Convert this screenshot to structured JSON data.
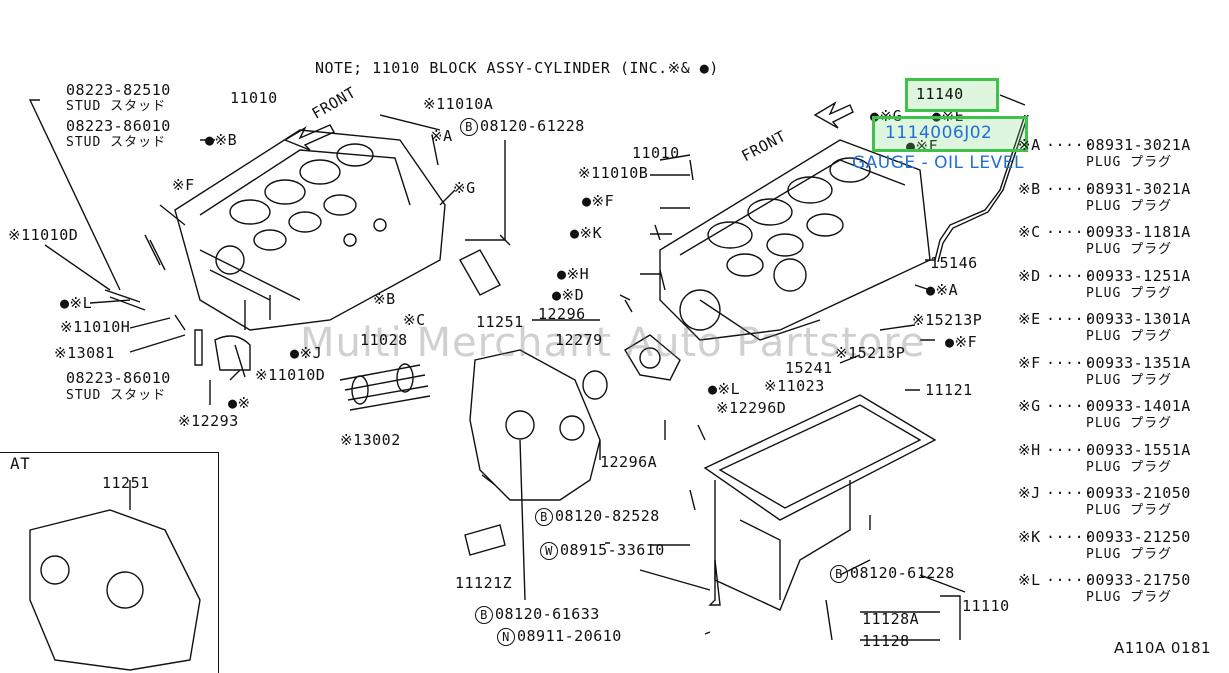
{
  "note": "NOTE; 11010 BLOCK ASSY-CYLINDER (INC.※& ●)",
  "front_left": "FRONT",
  "front_right": "FRONT",
  "watermark": "Multi Merchant Auto Partstore",
  "figure_code": "A110A 0181",
  "highlight_top": "11140",
  "highlight_part": "1114006J02",
  "highlight_caption": "GAUGE - OIL LEVEL",
  "at_label": "AT",
  "at_part": "11251",
  "left_labels": {
    "stud1_num": "08223-82510",
    "stud1_name": "STUD スタッド",
    "stud2_num": "08223-86010",
    "stud2_name": "STUD スタッド",
    "p11010": "11010",
    "p11010a": "※11010A",
    "b": "●※B",
    "a": "※A",
    "bolt1": "08120-61228",
    "f": "※F",
    "g": "※G",
    "p11010d": "※11010D",
    "l": "●※L",
    "p11010h": "※11010H",
    "p13081": "※13081",
    "stud3_num": "08223-86010",
    "stud3_name": "STUD スタッド",
    "p11010d2": "※11010D",
    "dot": "●※",
    "p12293": "※12293",
    "p13002": "※13002",
    "b2": "※B",
    "c": "※C",
    "p11028": "11028",
    "j": "●※J"
  },
  "center_labels": {
    "p11010": "11010",
    "p11010b": "※11010B",
    "f": "●※F",
    "k": "●※K",
    "h": "●※H",
    "d": "●※D",
    "p11251": "11251",
    "p12296": "12296",
    "p12279": "12279",
    "p12296a": "12296A",
    "l": "●※L",
    "p12296d": "※12296D",
    "p11023": "※11023",
    "p15241": "15241",
    "p15213p": "※15213P",
    "p15213p2": "※15213P",
    "a": "●※A",
    "f2": "●※F",
    "p15146": "15146",
    "p11121": "11121",
    "g": "●※G",
    "e": "●※E",
    "f3": "●※F",
    "bolt2": "08120-82528",
    "washer": "08915-33610",
    "p11121z": "11121Z",
    "bolt3": "08120-61633",
    "nut": "08911-20610",
    "bolt4": "08120-61228",
    "p11128a": "11128A",
    "p11128": "11128",
    "p11110": "11110"
  },
  "legend": [
    {
      "key": "※A",
      "num": "08931-3021A",
      "name": "PLUG プラグ"
    },
    {
      "key": "※B",
      "num": "08931-3021A",
      "name": "PLUG プラグ"
    },
    {
      "key": "※C",
      "num": "00933-1181A",
      "name": "PLUG プラグ"
    },
    {
      "key": "※D",
      "num": "00933-1251A",
      "name": "PLUG プラグ"
    },
    {
      "key": "※E",
      "num": "00933-1301A",
      "name": "PLUG プラグ"
    },
    {
      "key": "※F",
      "num": "00933-1351A",
      "name": "PLUG プラグ"
    },
    {
      "key": "※G",
      "num": "00933-1401A",
      "name": "PLUG プラグ"
    },
    {
      "key": "※H",
      "num": "00933-1551A",
      "name": "PLUG プラグ"
    },
    {
      "key": "※J",
      "num": "00933-21050",
      "name": "PLUG プラグ"
    },
    {
      "key": "※K",
      "num": "00933-21250",
      "name": "PLUG プラグ"
    },
    {
      "key": "※L",
      "num": "00933-21750",
      "name": "PLUG プラグ"
    }
  ],
  "circle_b": "B",
  "circle_w": "W",
  "circle_n": "N",
  "colors": {
    "highlight": "#3fc24b",
    "link": "#1f6fd6"
  }
}
